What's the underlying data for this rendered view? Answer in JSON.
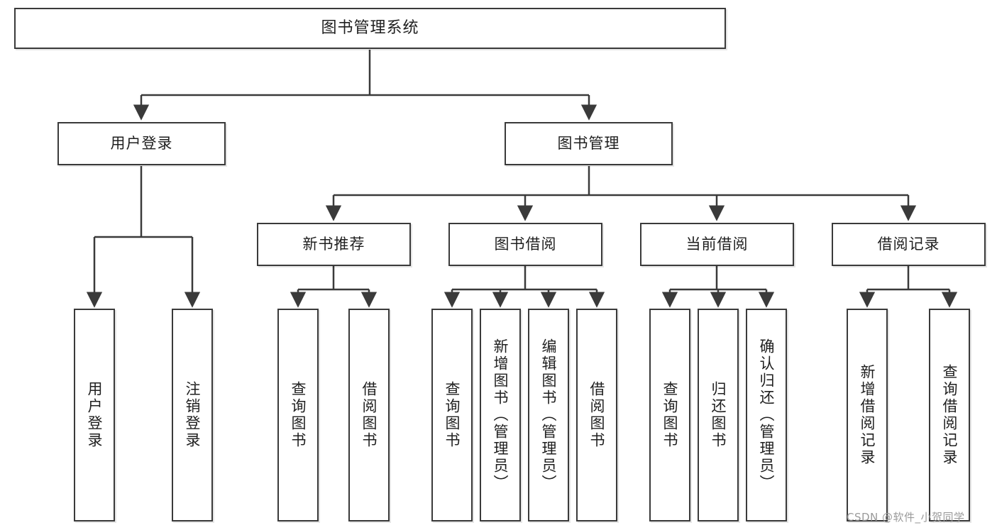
{
  "diagram": {
    "title_node": {
      "label": "图书管理系统"
    },
    "level1": [
      {
        "id": "user-login",
        "label": "用户登录"
      },
      {
        "id": "book-manage",
        "label": "图书管理"
      }
    ],
    "level2": [
      {
        "id": "new-book-recommend",
        "label": "新书推荐"
      },
      {
        "id": "book-borrow",
        "label": "图书借阅"
      },
      {
        "id": "current-borrow",
        "label": "当前借阅"
      },
      {
        "id": "borrow-record",
        "label": "借阅记录"
      }
    ],
    "leaves": [
      {
        "id": "leaf-user-login",
        "label": "用户登录"
      },
      {
        "id": "leaf-logout-login",
        "label": "注销登录"
      },
      {
        "id": "leaf-query-book-1",
        "label": "查询图书"
      },
      {
        "id": "leaf-borrow-book-1",
        "label": "借阅图书"
      },
      {
        "id": "leaf-query-book-2",
        "label": "查询图书"
      },
      {
        "id": "leaf-add-book",
        "label": "新增图书（管理员）"
      },
      {
        "id": "leaf-edit-book",
        "label": "编辑图书（管理员）"
      },
      {
        "id": "leaf-borrow-book-2",
        "label": "借阅图书"
      },
      {
        "id": "leaf-query-book-3",
        "label": "查询图书"
      },
      {
        "id": "leaf-return-book",
        "label": "归还图书"
      },
      {
        "id": "leaf-confirm-return",
        "label": "确认归还（管理员）"
      },
      {
        "id": "leaf-add-record",
        "label": "新增借阅记录"
      },
      {
        "id": "leaf-query-record",
        "label": "查询借阅记录"
      }
    ],
    "watermark": {
      "text": "CSDN @软件_小贺同学"
    },
    "colors": {
      "border": "#3a3a3a",
      "background": "#ffffff",
      "text": "#1f1f1f",
      "watermark": "#9a9a9a"
    }
  }
}
